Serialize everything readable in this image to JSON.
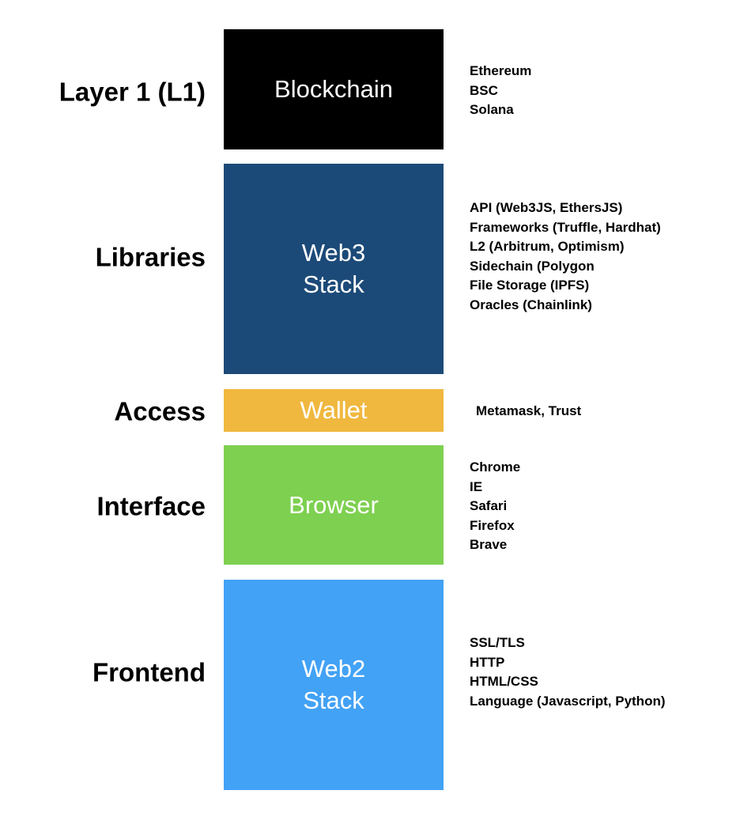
{
  "layers": [
    {
      "label": "Layer 1 (L1)",
      "block": {
        "line1": "Blockchain",
        "line2": ""
      },
      "color": "#000000",
      "examples": [
        "Ethereum",
        "BSC",
        "Solana"
      ]
    },
    {
      "label": "Libraries",
      "block": {
        "line1": "Web3",
        "line2": "Stack"
      },
      "color": "#1c4a78",
      "examples": [
        "API (Web3JS, EthersJS)",
        "Frameworks (Truffle, Hardhat)",
        "L2 (Arbitrum, Optimism)",
        "Sidechain (Polygon",
        "File Storage (IPFS)",
        "Oracles (Chainlink)"
      ]
    },
    {
      "label": "Access",
      "block": {
        "line1": "Wallet",
        "line2": ""
      },
      "color": "#f0b83f",
      "examples": [
        "Metamask, Trust"
      ]
    },
    {
      "label": "Interface",
      "block": {
        "line1": "Browser",
        "line2": ""
      },
      "color": "#7ed050",
      "examples": [
        "Chrome",
        "IE",
        "Safari",
        "Firefox",
        "Brave"
      ]
    },
    {
      "label": "Frontend",
      "block": {
        "line1": "Web2",
        "line2": "Stack"
      },
      "color": "#42a2f5",
      "examples": [
        "SSL/TLS",
        "HTTP",
        "HTML/CSS",
        "Language (Javascript, Python)"
      ]
    }
  ]
}
